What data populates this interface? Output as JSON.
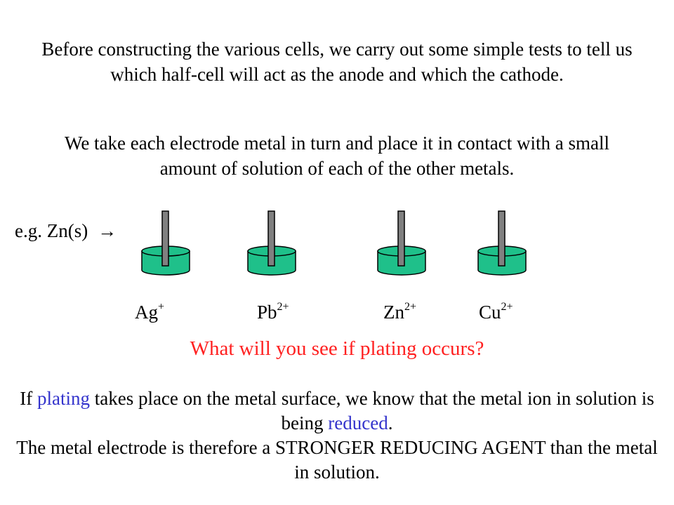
{
  "colors": {
    "question": "#ff2020",
    "highlight": "#3333cc",
    "solution_fill": "#1fc08a",
    "electrode": "#808080"
  },
  "intro": {
    "paragraph1": "Before constructing the various cells, we carry out some simple tests to tell us which half-cell will act as the anode and which the cathode.",
    "paragraph2": "We take each electrode metal in turn and place it in contact with a small amount of solution of each of the other metals."
  },
  "example": {
    "label": "e.g.  Zn(s)",
    "arrow": "→"
  },
  "beakers": [
    {
      "ion": "Ag",
      "charge": "+"
    },
    {
      "ion": "Pb",
      "charge": "2+"
    },
    {
      "ion": "Zn",
      "charge": "2+"
    },
    {
      "ion": "Cu",
      "charge": "2+"
    }
  ],
  "question": "What will you see if plating occurs?",
  "conclusion": {
    "part1": "If ",
    "plating": "plating",
    "part2": " takes place on the metal surface, we know that the metal ion in solution is being ",
    "reduced": "reduced",
    "part3": ".",
    "line2": "The metal electrode is therefore a STRONGER REDUCING AGENT than the metal in solution."
  }
}
